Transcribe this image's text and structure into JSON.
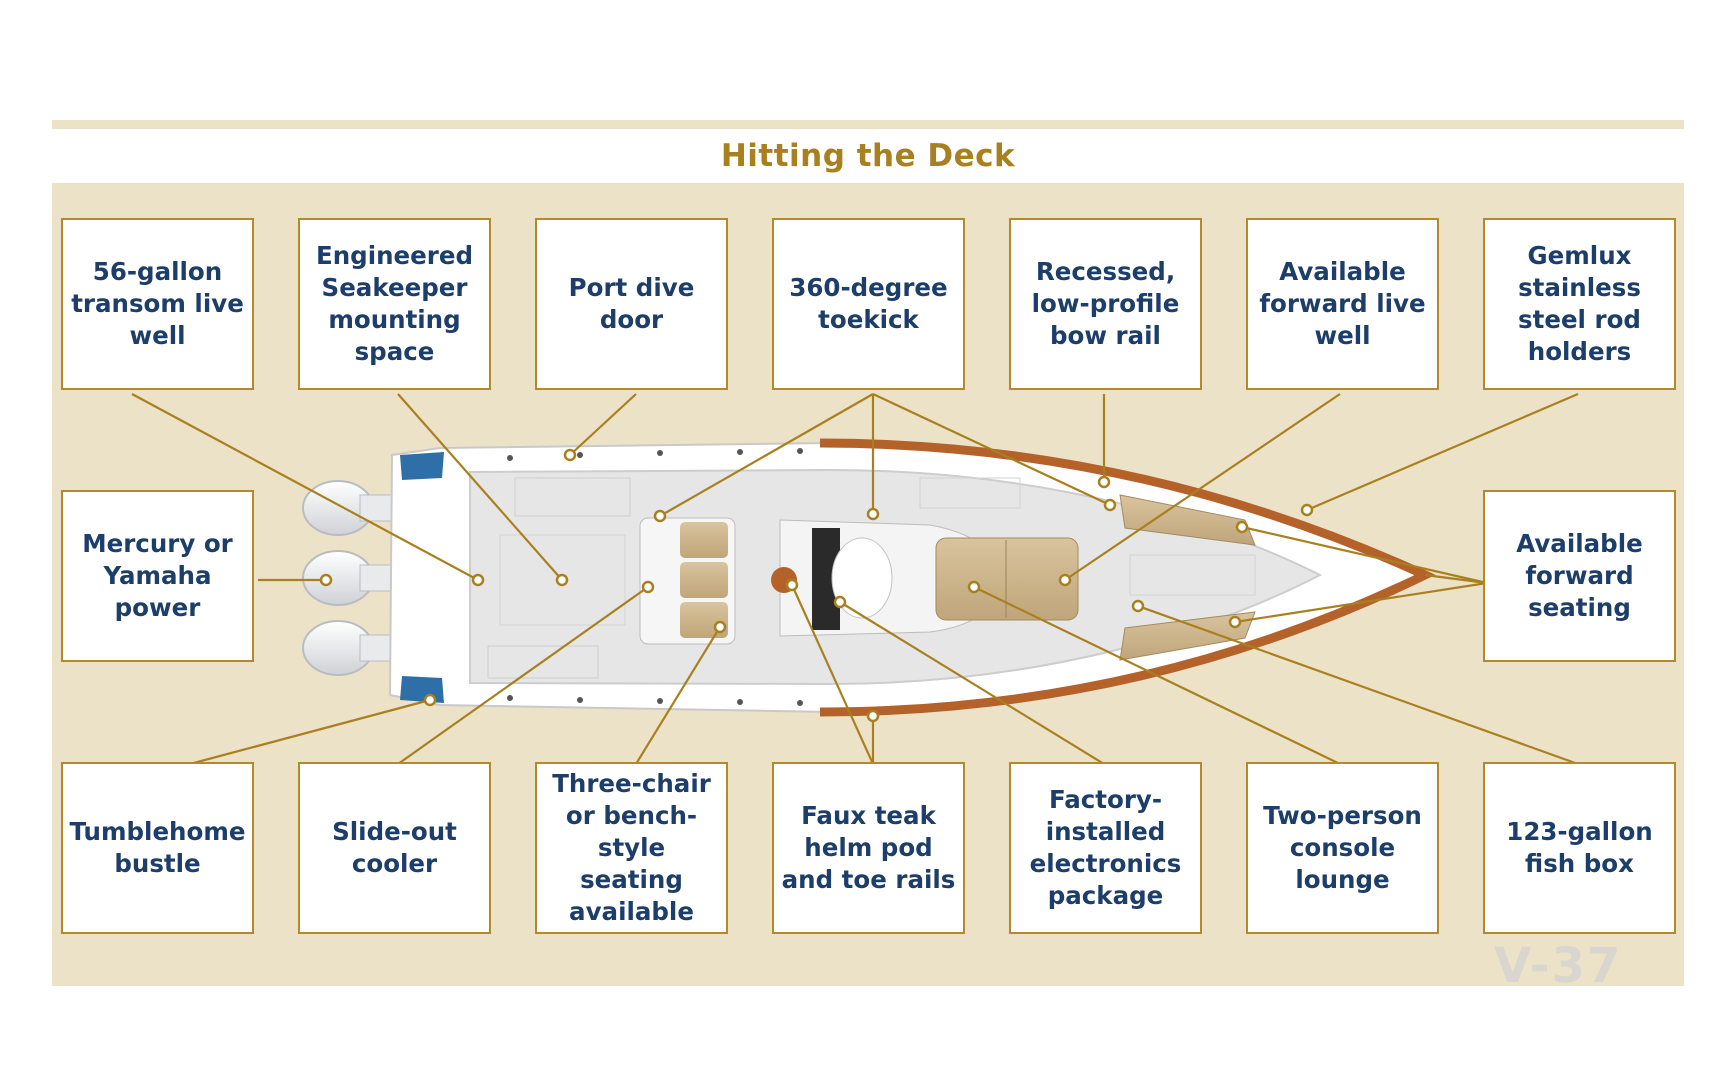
{
  "title": "Hitting the Deck",
  "model_mark": "V-37",
  "colors": {
    "background": "#ece2c8",
    "title": "#a8801f",
    "box_border": "#b38a2b",
    "box_text": "#1d3d6b",
    "leader_line": "#a8801f"
  },
  "callouts": {
    "top": [
      "56-gallon transom live well",
      "Engineered Seakeeper mounting space",
      "Port dive door",
      "360-degree toekick",
      "Recessed, low-profile bow rail",
      "Available forward live well",
      "Gemlux stainless steel rod holders"
    ],
    "left": "Mercury or Yamaha power",
    "right": "Available forward seating",
    "bottom": [
      "Tumblehome bustle",
      "Slide-out cooler",
      "Three-chair or bench-style seating available",
      "Faux teak helm pod and toe rails",
      "Factory-installed electronics package",
      "Two-person console lounge",
      "123-gallon fish box"
    ]
  }
}
